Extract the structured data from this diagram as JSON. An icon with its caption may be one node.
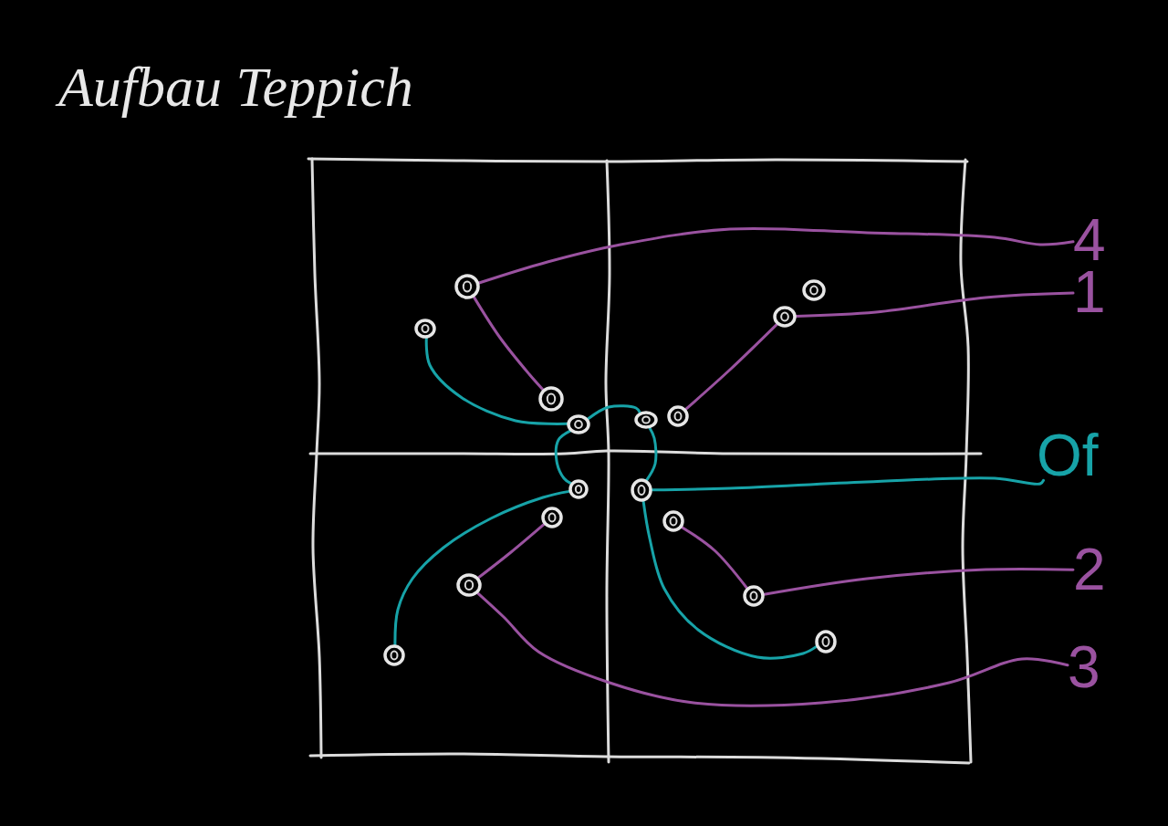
{
  "diagram": {
    "title": "Aufbau Teppich",
    "nodes": [
      {
        "text": [],
        "shape": "circle"
      },
      {
        "text": [],
        "shape": "circle"
      },
      {
        "text": [],
        "shape": "circle"
      },
      {
        "text": [],
        "shape": "circle"
      },
      {
        "text": [],
        "shape": "circle"
      },
      {
        "text": [],
        "shape": "circle"
      },
      {
        "text": [],
        "shape": "circle"
      },
      {
        "text": [],
        "shape": "circle"
      },
      {
        "text": [],
        "shape": "circle"
      },
      {
        "text": [],
        "shape": "circle"
      },
      {
        "text": [],
        "shape": "circle"
      },
      {
        "text": [],
        "shape": "circle"
      },
      {
        "text": [],
        "shape": "circle"
      },
      {
        "text": [],
        "shape": "circle"
      },
      {
        "text": [],
        "shape": "circle"
      },
      {
        "text": [],
        "shape": "circle"
      },
      {
        "text": [
          "4"
        ]
      },
      {
        "text": [
          "1"
        ]
      },
      {
        "text": [
          "Of"
        ]
      },
      {
        "text": [
          "2"
        ]
      },
      {
        "text": [
          "3"
        ]
      }
    ],
    "edges": [
      {
        "from": 0,
        "to": 16,
        "arrow": "none"
      },
      {
        "from": 0,
        "to": 4,
        "arrow": "none"
      },
      {
        "from": 2,
        "to": 17,
        "arrow": "none"
      },
      {
        "from": 5,
        "to": 2,
        "arrow": "none"
      },
      {
        "from": 3,
        "to": 7,
        "arrow": "none",
        "color": "#17a3a8"
      },
      {
        "from": 7,
        "to": 6,
        "arrow": "none",
        "color": "#17a3a8"
      },
      {
        "from": 7,
        "to": 8,
        "arrow": "none",
        "color": "#17a3a8"
      },
      {
        "from": 6,
        "to": 9,
        "arrow": "none",
        "color": "#17a3a8"
      },
      {
        "from": 9,
        "to": 18,
        "arrow": "none",
        "color": "#17a3a8"
      },
      {
        "from": 9,
        "to": 14,
        "arrow": "none",
        "color": "#17a3a8"
      },
      {
        "from": 8,
        "to": 15,
        "arrow": "none",
        "color": "#17a3a8"
      },
      {
        "from": 10,
        "to": 12,
        "arrow": "none"
      },
      {
        "from": 12,
        "to": 20,
        "arrow": "none"
      },
      {
        "from": 11,
        "to": 13,
        "arrow": "none"
      },
      {
        "from": 13,
        "to": 19,
        "arrow": "none"
      }
    ]
  }
}
